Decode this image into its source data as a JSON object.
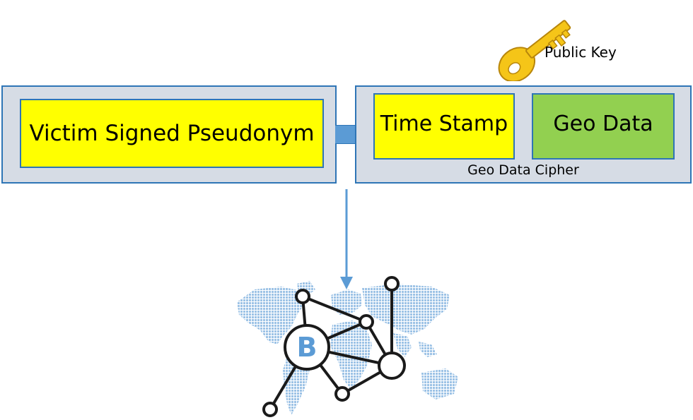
{
  "key": {
    "label": "Public Key",
    "icon": "key-icon",
    "color": "#f5c518"
  },
  "left_block": {
    "label": "Victim Signed Pseudonym"
  },
  "right_block": {
    "caption": "Geo Data Cipher",
    "fields": [
      {
        "label": "Time Stamp",
        "color": "#ffff00"
      },
      {
        "label": "Geo Data",
        "color": "#92d050"
      }
    ]
  },
  "network": {
    "icon": "blockchain-network-icon",
    "center_symbol": "B",
    "map_color": "#9dc3e6"
  },
  "colors": {
    "border": "#2e75b6",
    "panel": "#d6dce5",
    "arrow": "#5b9bd5"
  }
}
